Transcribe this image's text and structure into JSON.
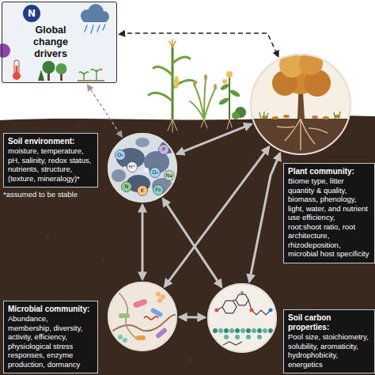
{
  "diagram": {
    "nodes": [
      {
        "text": [
          "Global change drivers"
        ]
      },
      {
        "text": [
          "Soil environment:",
          "moisture, temperature, pH, salinity, redox status, nutrients, structure, (texture, mineralogy)*"
        ]
      },
      {
        "text": [
          "Plant community:",
          "Biome type, litter quantity & quality, biomass, phenology, light, water, and nutrient use efficiency, root:shoot ratio, root architecture, rhizodeposition, microbial host specificity"
        ]
      },
      {
        "text": [
          "Microbial community:",
          "Abundance, membership, diversity, activity, efficiency, physiological stress responses, enzyme production, dormancy"
        ]
      },
      {
        "text": [
          "Soil carbon properties:",
          "Pool size, stoichiometry, solubility, aromaticity, hydrophobicity, energetics"
        ]
      }
    ],
    "edges": [
      {
        "from": 0,
        "to": 2,
        "arrow": "both"
      },
      {
        "from": 0,
        "to": 1,
        "arrow": "both"
      },
      {
        "from": 1,
        "to": 2,
        "arrow": "both"
      },
      {
        "from": 1,
        "to": 3,
        "arrow": "both"
      },
      {
        "from": 2,
        "to": 4,
        "arrow": "both"
      },
      {
        "from": 3,
        "to": 4,
        "arrow": "both"
      },
      {
        "from": 1,
        "to": 4,
        "arrow": "both"
      },
      {
        "from": 2,
        "to": 3,
        "arrow": "both"
      }
    ],
    "labels": [
      "N",
      "O₂",
      "H⁺",
      "P",
      "O₂",
      "Na",
      "N",
      "K",
      "Fe",
      "*assumed to be stable"
    ]
  }
}
